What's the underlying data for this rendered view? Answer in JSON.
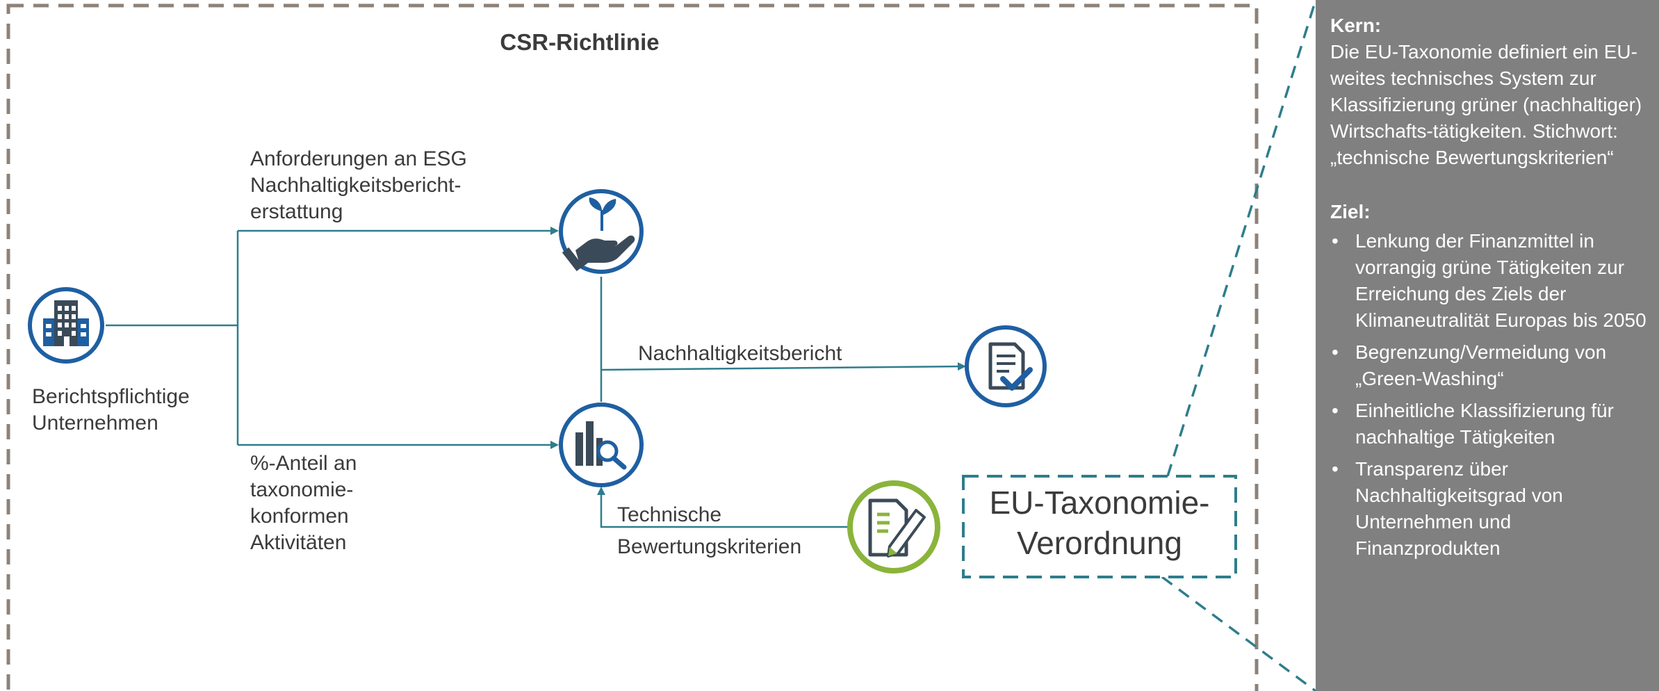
{
  "title": "CSR-Richtlinie",
  "labels": {
    "reporting_companies": "Berichtspflichtige\nUnternehmen",
    "esg_requirements": "Anforderungen an ESG\nNachhaltigkeitsbericht-\nerstattung",
    "taxonomy_share": "%-Anteil an\ntaxonomie-\nkonformen\nAktivitäten",
    "sustainability_report": "Nachhaltigkeitsbericht",
    "technical_criteria_1": "Technische",
    "technical_criteria_2": "Bewertungskriterien",
    "eu_taxonomy_regulation": "EU-Taxonomie-\nVerordnung"
  },
  "icons": {
    "building": "building-icon",
    "plant_hand": "plant-in-hand-icon",
    "chart_search": "chart-search-icon",
    "report_check": "document-check-icon",
    "document_pen": "document-pen-icon"
  },
  "colors": {
    "teal": "#2e7d8c",
    "icon_blue": "#1f5fa1",
    "icon_dark": "#3b4a58",
    "green": "#8ab43b",
    "dash_gray": "#8c8278",
    "panel_gray": "#808080"
  },
  "panel": {
    "core_heading": "Kern:",
    "core_text": "Die EU-Taxonomie definiert ein EU-weites technisches System zur Klassifizierung grüner (nachhaltiger) Wirtschafts-tätigkeiten. Stichwort: „technische Bewertungskriterien“",
    "goal_heading": "Ziel:",
    "bullet_symbol": "•",
    "goals": [
      "Lenkung der Finanzmittel in vorrangig grüne Tätigkeiten zur Erreichung des Ziels der Klimaneutralität Europas bis 2050",
      "Begrenzung/Vermeidung von „Green-Washing“",
      "Einheitliche Klassifizierung für nachhaltige Tätigkeiten",
      "Transparenz über Nachhaltigkeitsgrad von Unternehmen und Finanzprodukten"
    ]
  }
}
